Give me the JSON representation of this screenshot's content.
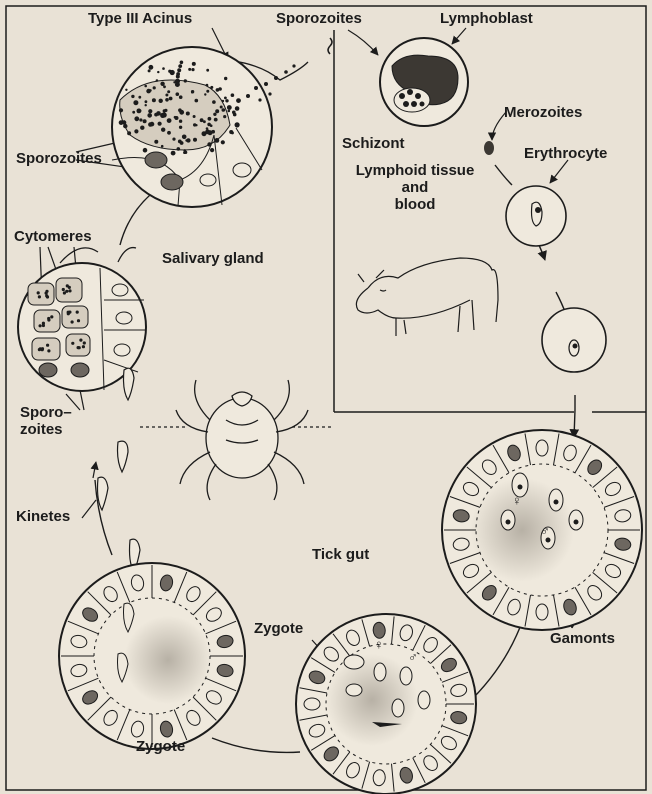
{
  "labels": {
    "type_iii_acinus": "Type III Acinus",
    "sporozoites_top": "Sporozoites",
    "lymphoblast": "Lymphoblast",
    "merozoites": "Merozoites",
    "schizont": "Schizont",
    "erythrocyte": "Erythrocyte",
    "lymphoid_line1": "Lymphoid tissue",
    "lymphoid_line2": "and",
    "lymphoid_line3": "blood",
    "sporozoites_left": "Sporozoites",
    "cytomeres": "Cytomeres",
    "salivary_gland": "Salivary gland",
    "sporo_line1": "Sporo–",
    "sporo_line2": "zoites",
    "kinetes": "Kinetes",
    "tick_gut": "Tick gut",
    "zygote_mid": "Zygote",
    "gamonts": "Gamonts",
    "zygote_bottom": "Zygote"
  },
  "symbols": {
    "female": "♀",
    "male": "♂"
  },
  "colors": {
    "paper": "#e9e2d6",
    "ink": "#1c1c1c",
    "cell_fill": "#efe9dd"
  },
  "icons": [
    "cow-illustration",
    "tick-illustration"
  ]
}
